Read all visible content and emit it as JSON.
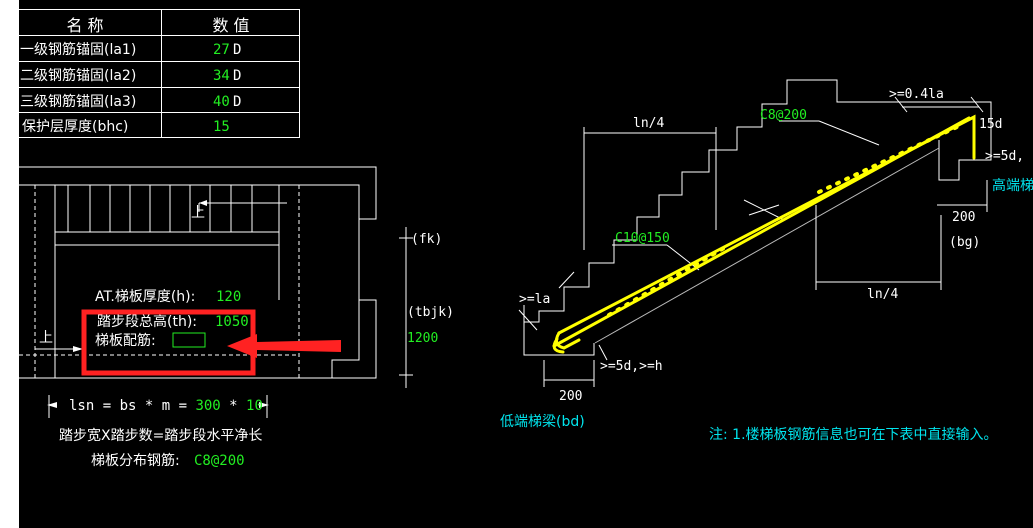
{
  "params_table": {
    "header": {
      "name": "名 称",
      "value": "数 值"
    },
    "rows": [
      {
        "name": "一级钢筋锚固(la1)",
        "value": "27",
        "unit": "D"
      },
      {
        "name": "二级钢筋锚固(la2)",
        "value": "34",
        "unit": "D"
      },
      {
        "name": "三级钢筋锚固(la3)",
        "value": "40",
        "unit": "D"
      },
      {
        "name": "保护层厚度(bhc)",
        "value": "15",
        "unit": ""
      }
    ]
  },
  "plan_view": {
    "up_label": "上",
    "slab_thickness_label": "AT.梯板厚度(h):",
    "slab_thickness_value": "120",
    "segment_height_label": "踏步段总高(th):",
    "segment_height_value": "1050",
    "rebar_label": "梯板配筋:",
    "fk_label": "(fk)",
    "tbjk_label": "(tbjk)",
    "tbjk_value": "1200",
    "lsn_prefix": "lsn = bs * m = ",
    "lsn_bs": "300",
    "lsn_op": " * ",
    "lsn_m": "10",
    "caption_line1": "踏步宽X踏步数=踏步段水平净长",
    "dist_rebar_label": "梯板分布钢筋:",
    "dist_rebar_value": "C8@200"
  },
  "section_view": {
    "ln4_top": "ln/4",
    "ln4_bottom": "ln/4",
    "c8_label": "C8@200",
    "c10_label": "C10@150",
    "anchor_04la": ">=0.4la",
    "hook_15d": "15d",
    "ge5d_top": ">=5d,",
    "high_beam": "高端梯",
    "dim_200_right": "200",
    "bg_label": "(bg)",
    "ge_la": ">=la",
    "ge5d_bottom": ">=5d,>=h",
    "dim_200_left": "200",
    "low_beam": "低端梯梁(bd)",
    "note": "注: 1.楼梯板钢筋信息也可在下表中直接输入。"
  },
  "colors": {
    "background": "#000000",
    "lines": "#ffffff",
    "values": "#22ee22",
    "rebar": "#ffff00",
    "highlight": "#ff2222",
    "note": "#00e5ee"
  }
}
